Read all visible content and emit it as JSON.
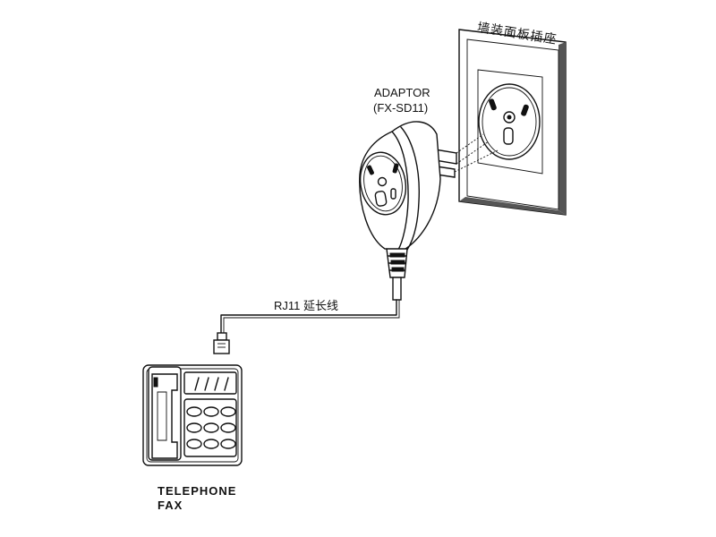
{
  "labels": {
    "wall_panel": "墙装面板插座",
    "adaptor": "ADAPTOR",
    "model": "(FX-SD11)",
    "cable": "RJ11 延长线",
    "device_line1": "TELEPHONE",
    "device_line2": "FAX"
  },
  "colors": {
    "line": "#111111",
    "background": "#ffffff"
  }
}
